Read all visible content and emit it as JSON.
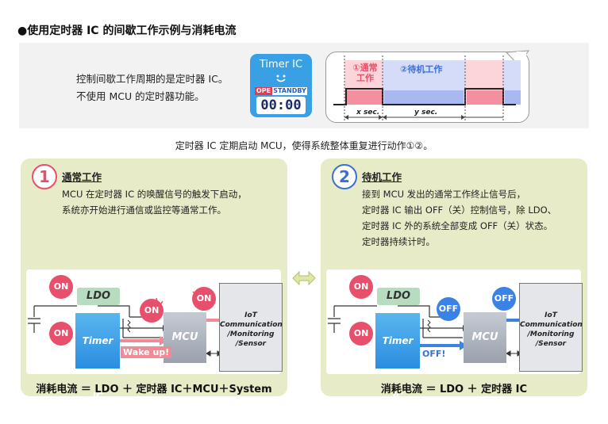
{
  "title": "●使用定时器 IC 的间歇工作示例与消耗电流",
  "intro": {
    "line1": "控制间歇工作周期的是定时器 IC。",
    "line2": "不使用 MCU 的定时器功能。"
  },
  "timer_badge": {
    "name": "Timer IC",
    "ope": "OPE",
    "standby": "STANDBY",
    "clock": "00:00"
  },
  "timing": {
    "normal_label_1": "①通常",
    "normal_label_2": "工作",
    "standby_label": "②待机工作",
    "x_label": "x sec.",
    "y_label": "y sec."
  },
  "caption": "定时器 IC 定期启动 MCU，使得系统整体重复进行动作①②。",
  "panels": [
    {
      "number": "1",
      "heading": "通常工作",
      "body": [
        "MCU 在定时器 IC 的唤醒信号的触发下启动，",
        "系统亦开始进行通信或监控等通常工作。"
      ],
      "diagram": {
        "ldo": "LDO",
        "timer_ic": "Timer IC",
        "mcu": "MCU",
        "system_lines": [
          "IoT",
          "Communication",
          "/Monitoring",
          "/Sensor"
        ],
        "badges": [
          "ON",
          "ON",
          "ON",
          "ON"
        ],
        "signal": "Wake up!"
      },
      "formula": "消耗电流 ＝ LDO ＋ 定时器 IC＋MCU＋System"
    },
    {
      "number": "2",
      "heading": "待机工作",
      "body": [
        "接到 MCU 发出的通常工作终止信号后，",
        "定时器 IC 输出 OFF（关）控制信号，除 LDO、",
        "定时器 IC 外的系统全部变成 OFF（关）状态。",
        "定时器持续计时。"
      ],
      "diagram": {
        "ldo": "LDO",
        "timer_ic": "Timer IC",
        "mcu": "MCU",
        "system_lines": [
          "IoT",
          "Communication",
          "/Monitoring",
          "/Sensor"
        ],
        "badges": [
          "ON",
          "ON",
          "OFF",
          "OFF"
        ],
        "signal": "OFF!"
      },
      "formula": "消耗电流 ＝ LDO ＋ 定时器 IC"
    }
  ],
  "colors": {
    "panel_bg": "#e8ebc8",
    "on_red": "#e84f6a",
    "off_blue": "#3b82e6",
    "timer_blue": "#3aa0e6",
    "ldo_green": "#b8dcc0"
  }
}
